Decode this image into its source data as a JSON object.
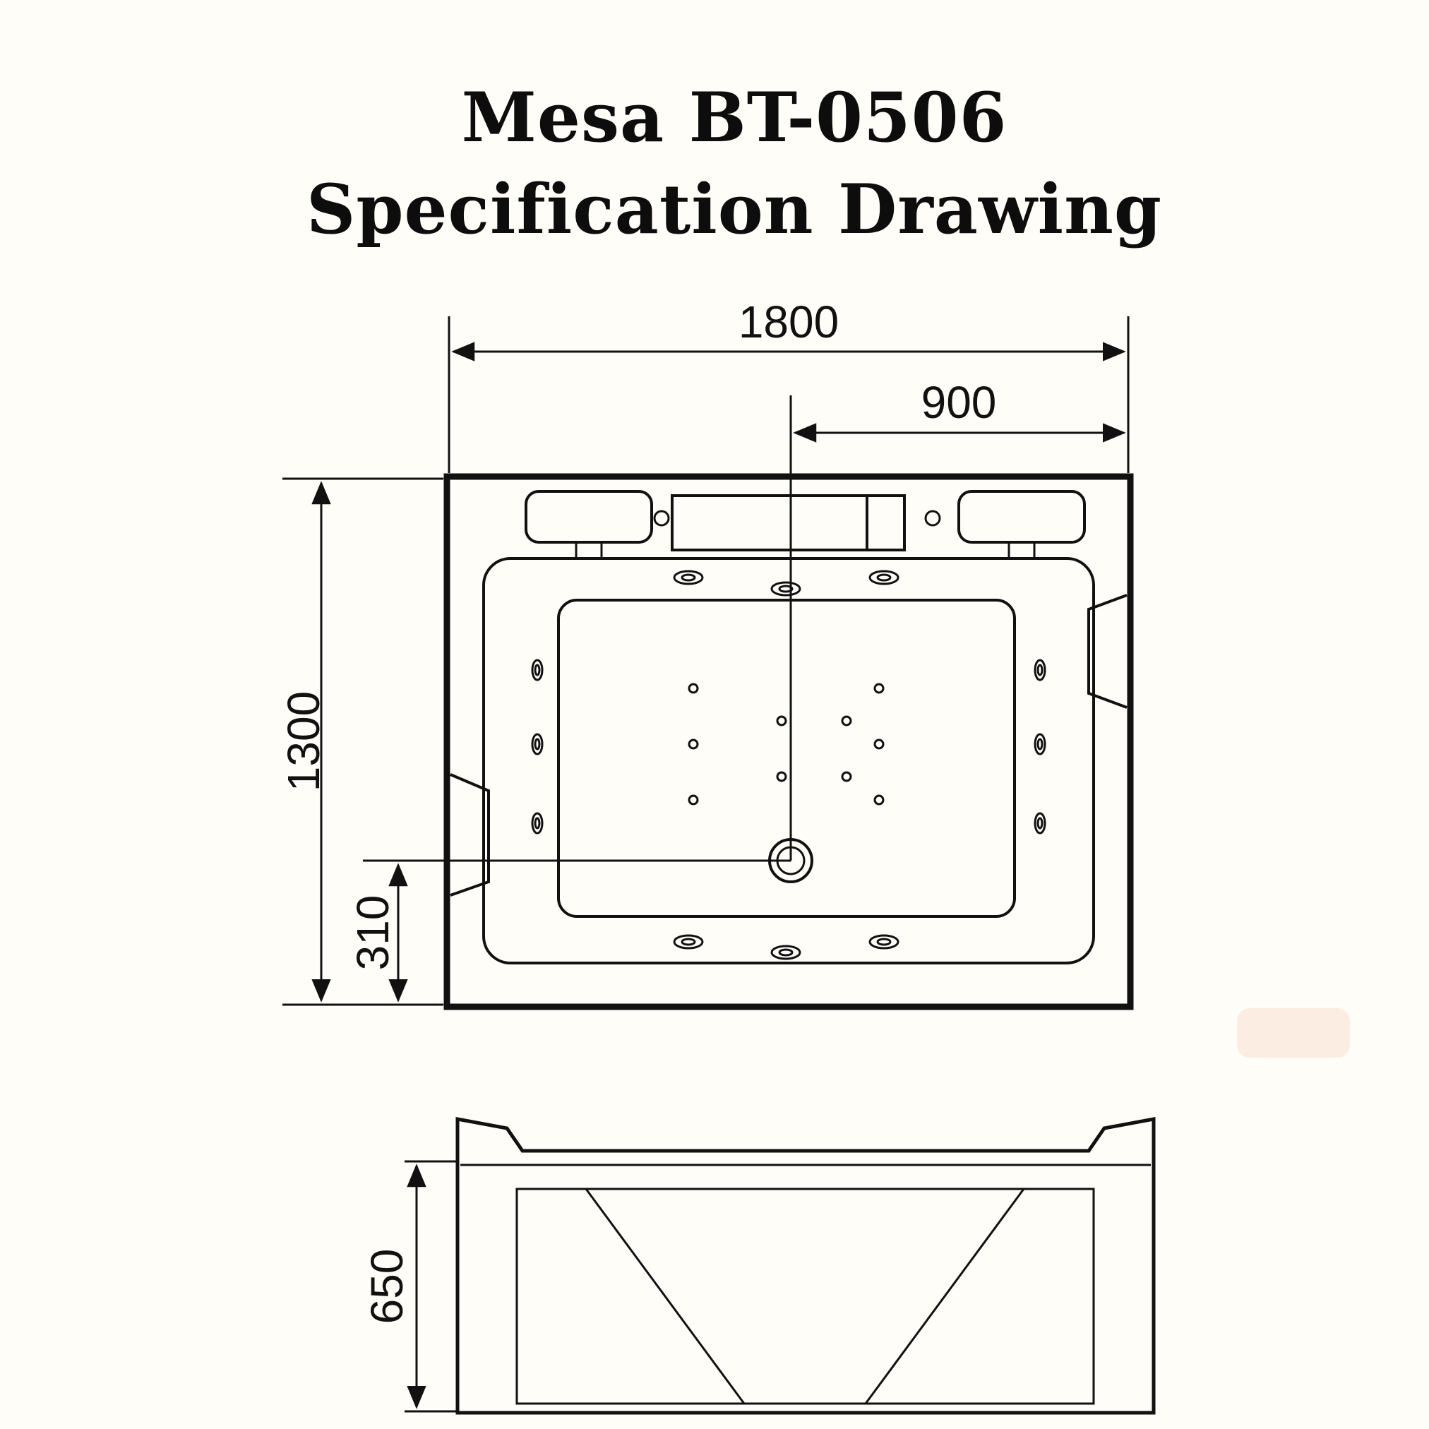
{
  "page": {
    "background_color": "#fffdf8",
    "line_color": "#111111"
  },
  "title": {
    "line1": "Mesa BT-0506",
    "line2": "Specification Drawing"
  },
  "dimensions": {
    "overall_length": "1800",
    "center_to_right_end": "900",
    "overall_width": "1300",
    "drain_offset": "310",
    "overall_height": "650"
  }
}
